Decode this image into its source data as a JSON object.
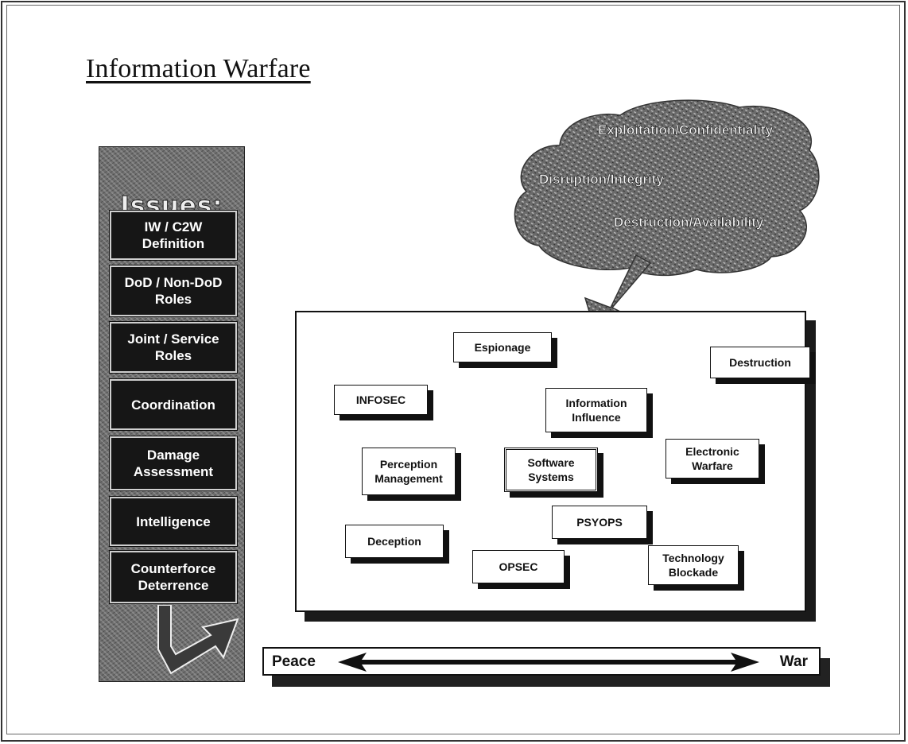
{
  "title": "Information Warfare",
  "issues": {
    "heading": "Issues:",
    "items": [
      "IW / C2W\nDefinition",
      "DoD / Non-DoD\nRoles",
      "Joint / Service\nRoles",
      "Coordination",
      "Damage\nAssessment",
      "Intelligence",
      "Counterforce\nDeterrence"
    ]
  },
  "cloud": {
    "labels": [
      "Exploitation/Confidentiality",
      "Disruption/Integrity",
      "Destruction/Availability"
    ]
  },
  "activities": {
    "espionage": "Espionage",
    "destruction": "Destruction",
    "infosec": "INFOSEC",
    "information_influence": "Information\nInfluence",
    "perception_management": "Perception\nManagement",
    "software_systems": "Software\nSystems",
    "electronic_warfare": "Electronic\nWarfare",
    "psyops": "PSYOPS",
    "deception": "Deception",
    "opsec": "OPSEC",
    "technology_blockade": "Technology\nBlockade"
  },
  "spectrum": {
    "left": "Peace",
    "right": "War"
  }
}
